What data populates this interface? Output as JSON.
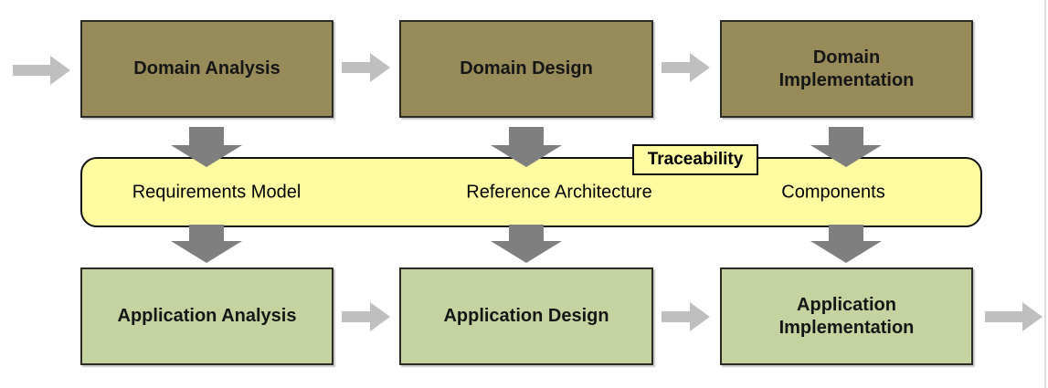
{
  "colors": {
    "domain_fill": "#968B59",
    "application_fill": "#C5D3A1",
    "band_fill": "#FFFBA1",
    "box_border": "#2B2B24",
    "band_border": "#111111",
    "arrow_down": "#7F7F7F",
    "arrow_horizontal": "#BFBFBF",
    "text": "#161616",
    "page_edge": "#DCDCDC"
  },
  "process": {
    "domain_row": [
      {
        "label": "Domain Analysis"
      },
      {
        "label": "Domain Design"
      },
      {
        "label": "Domain Implementation"
      }
    ],
    "artifact_band": {
      "tag": "Traceability",
      "items": [
        {
          "label": "Requirements Model"
        },
        {
          "label": "Reference Architecture"
        },
        {
          "label": "Components"
        }
      ]
    },
    "application_row": [
      {
        "label": "Application Analysis"
      },
      {
        "label": "Application Design"
      },
      {
        "label": "Application Implementation"
      }
    ]
  }
}
